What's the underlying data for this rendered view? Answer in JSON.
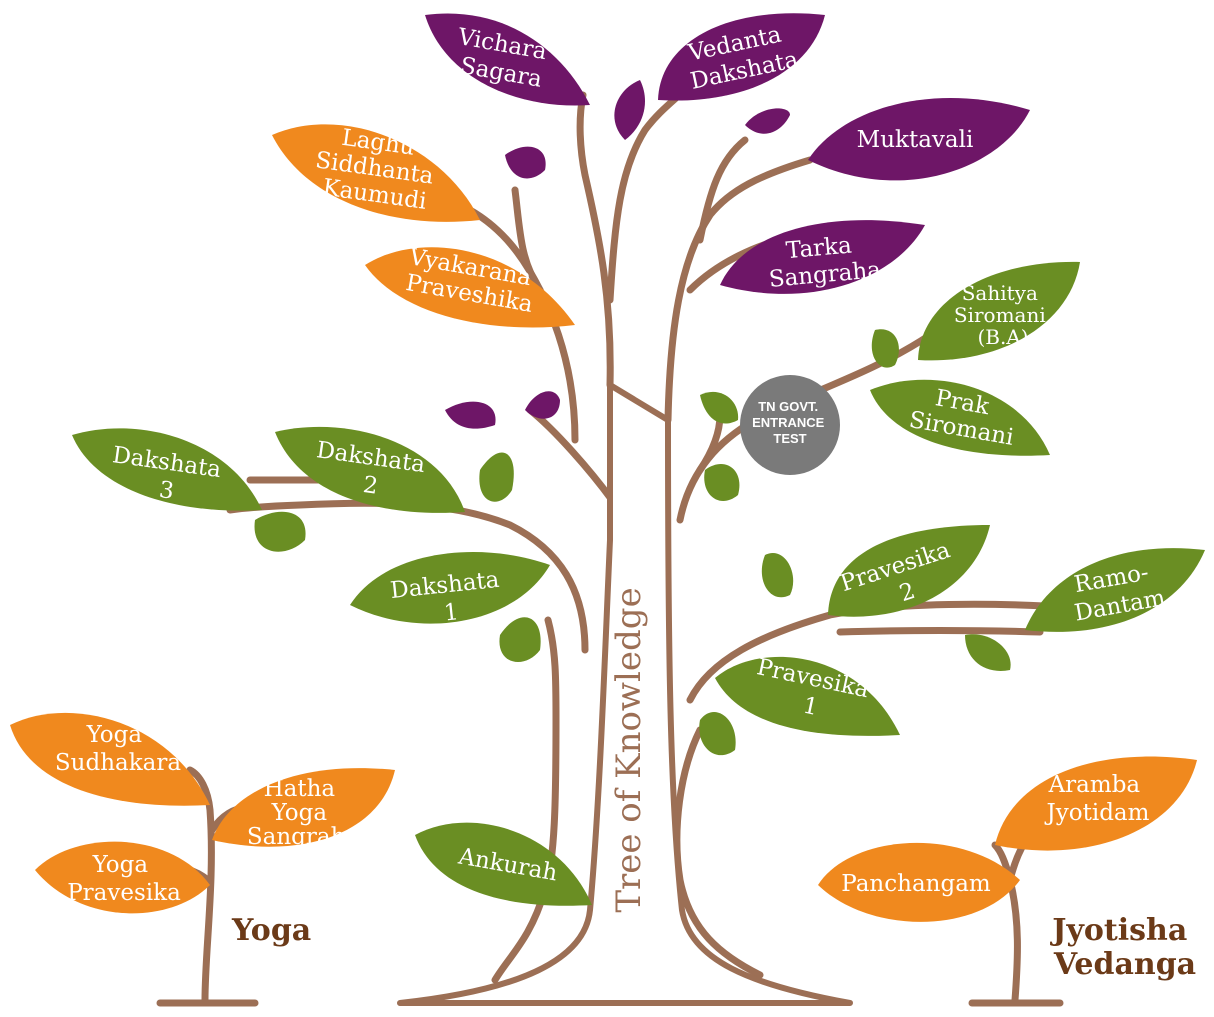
{
  "diagram": {
    "trunk_label": "Tree of Knowledge",
    "badge": {
      "lines": [
        "TN GOVT.",
        "ENTRANCE",
        "TEST"
      ]
    },
    "group_labels": {
      "yoga": "Yoga",
      "jyotisha": [
        "Jyotisha",
        "Vedanga"
      ]
    },
    "leaves": {
      "vichara_sagara": [
        "Vichara",
        "Sagara"
      ],
      "vedanta_dakshata": [
        "Vedanta",
        "Dakshata"
      ],
      "muktavali": [
        "Muktavali"
      ],
      "tarka_sangraha": [
        "Tarka",
        "Sangraha"
      ],
      "laghu_siddhanta_kaumudi": [
        "Laghu",
        "Siddhanta",
        "Kaumudi"
      ],
      "vyakarana_praveshika": [
        "Vyakarana",
        "Praveshika"
      ],
      "sahitya_siromani": [
        "Sahitya",
        "Siromani",
        "(B.A)"
      ],
      "prak_siromani": [
        "Prak",
        "Siromani"
      ],
      "dakshata_3": [
        "Dakshata",
        "3"
      ],
      "dakshata_2": [
        "Dakshata",
        "2"
      ],
      "dakshata_1": [
        "Dakshata",
        "1"
      ],
      "pravesika_2": [
        "Pravesika",
        "2"
      ],
      "ramo_dantam": [
        "Ramo-",
        "Dantam"
      ],
      "pravesika_1": [
        "Pravesika",
        "1"
      ],
      "ankurah": [
        "Ankurah"
      ],
      "yoga_sudhakara": [
        "Yoga",
        "Sudhakara"
      ],
      "hatha_yoga_sangraha": [
        "Hatha",
        "Yoga",
        "Sangraha"
      ],
      "yoga_pravesika": [
        "Yoga",
        "Pravesika"
      ],
      "aramba_jyotidam": [
        "Aramba",
        "Jyotidam"
      ],
      "panchangam": [
        "Panchangam"
      ]
    }
  },
  "colors": {
    "orange": "#f0891e",
    "green": "#6a8e23",
    "purple": "#6e1667",
    "branch": "#9c6f55",
    "label": "#6b3a18",
    "badge": "#7a7a7a"
  }
}
